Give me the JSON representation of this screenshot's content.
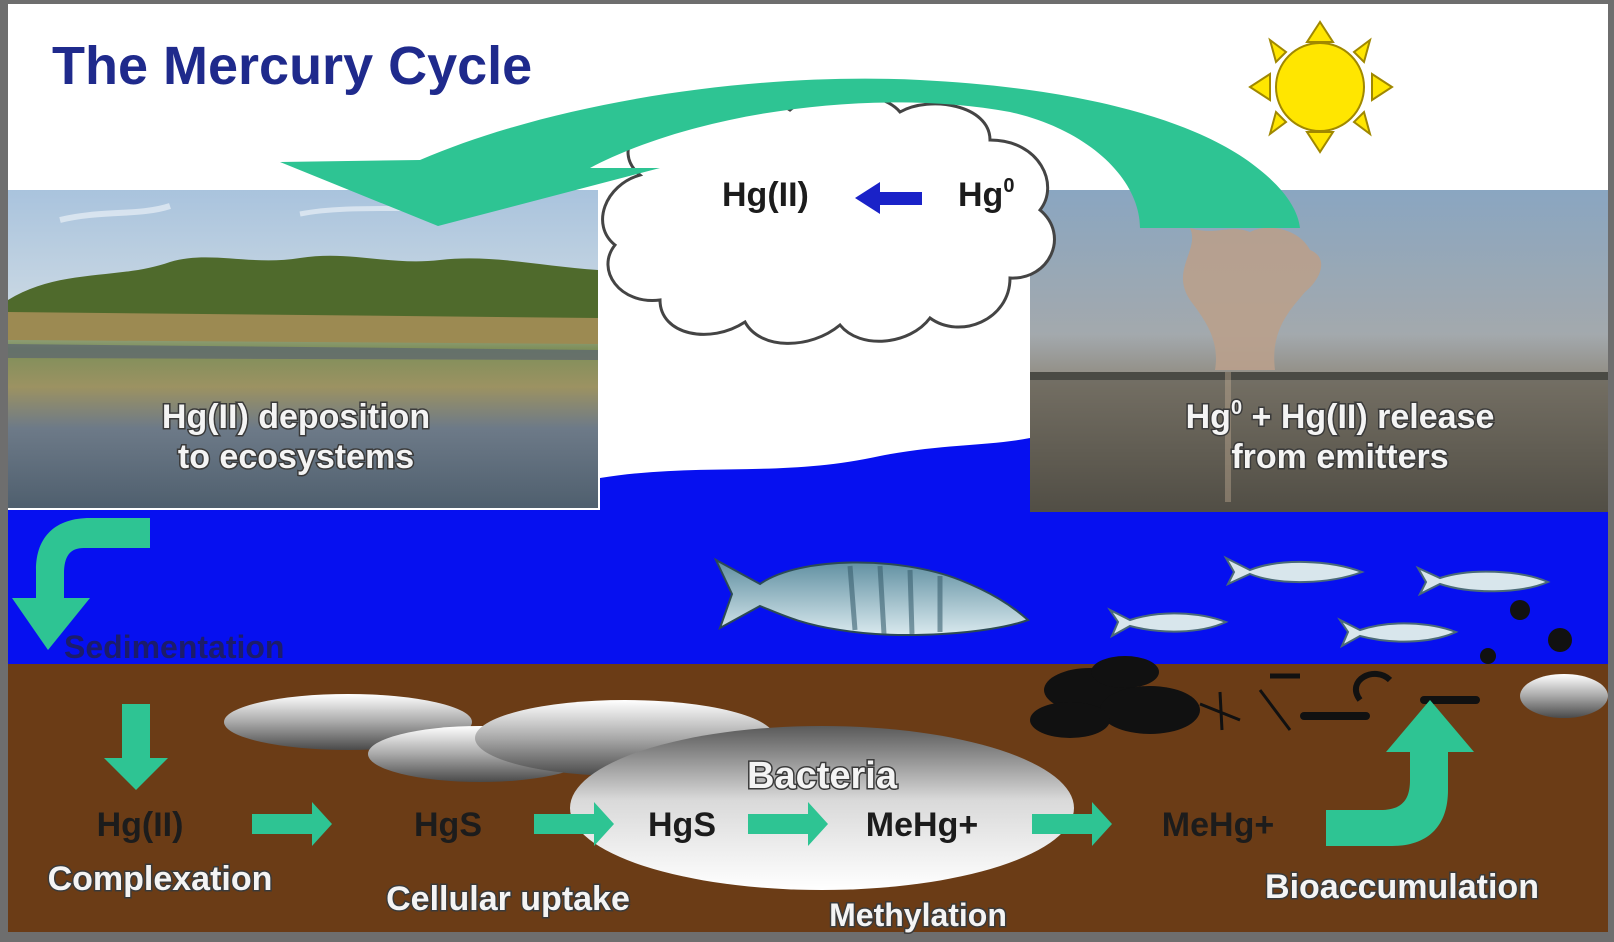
{
  "title": "The Mercury Cycle",
  "cloud": {
    "left": "Hg(II)",
    "right": "Hg",
    "right_sup": "0"
  },
  "left_panel": {
    "line1": "Hg(II) deposition",
    "line2": "to ecosystems"
  },
  "right_panel": {
    "line1_pre": "Hg",
    "line1_sup": "0",
    "line1_post": " + Hg(II) release",
    "line2": "from emitters"
  },
  "water": {
    "sedimentation": "Sedimentation"
  },
  "sediment": {
    "bacteria": "Bacteria",
    "chain": [
      "Hg(II)",
      "HgS",
      "HgS",
      "MeHg+",
      "MeHg+"
    ],
    "process_labels": [
      "Complexation",
      "Cellular uptake",
      "Methylation",
      "Bioaccumulation"
    ]
  },
  "colors": {
    "title": "#1f2a8c",
    "arrow": "#2ec493",
    "water": "#0610f0",
    "sediment": "#6b3c16",
    "sun": "#ffe600"
  }
}
